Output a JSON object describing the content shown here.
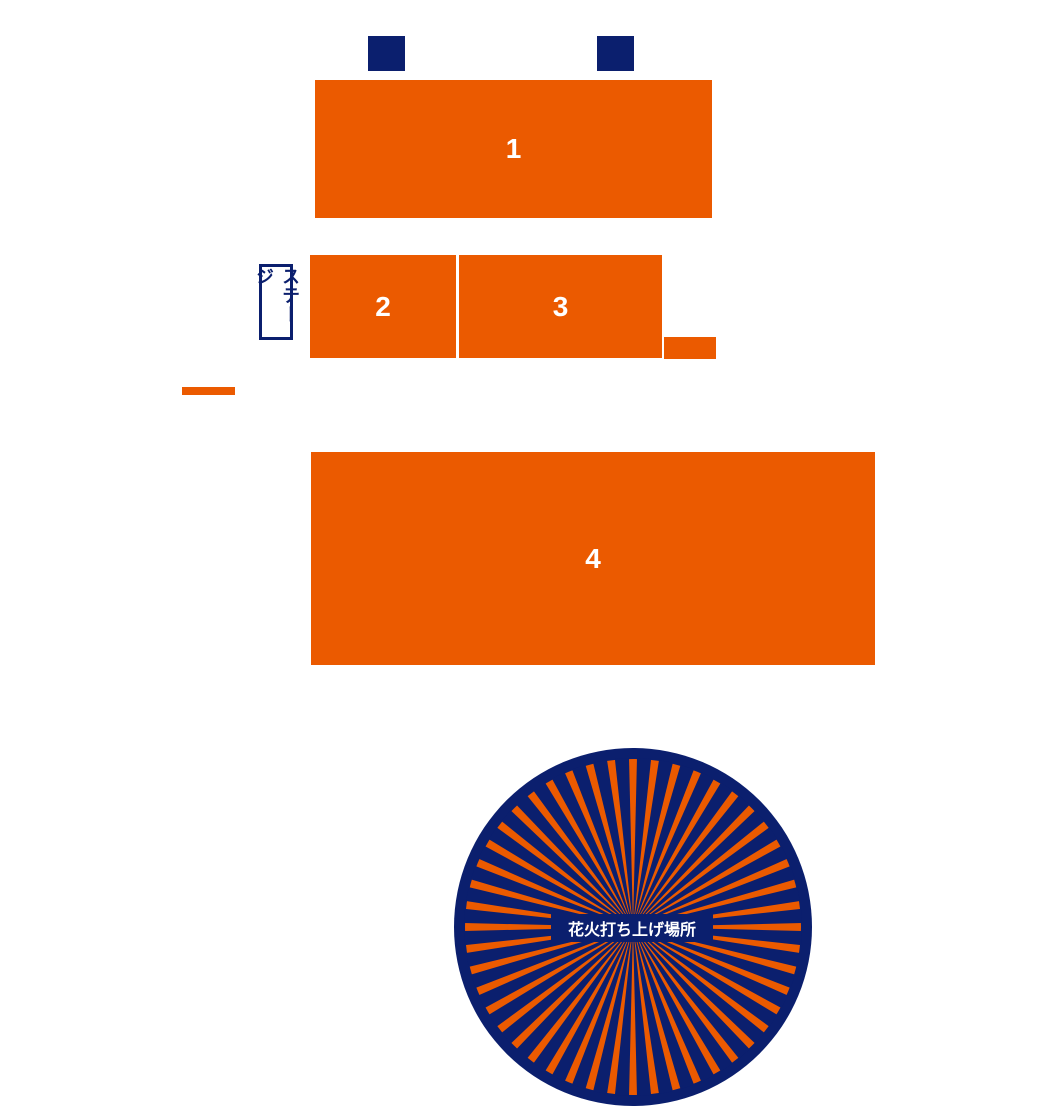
{
  "colors": {
    "block": "#eb5a00",
    "marker": "#0b1f6e",
    "text_on_block": "#ffffff",
    "background": "#ffffff"
  },
  "areas": [
    {
      "id": "area-1",
      "label": "1"
    },
    {
      "id": "area-2",
      "label": "2"
    },
    {
      "id": "area-3",
      "label": "3"
    },
    {
      "id": "area-4",
      "label": "4"
    }
  ],
  "stage": {
    "label": "ステージ"
  },
  "fireworks": {
    "label": "花火打ち上げ場所",
    "icon": "sunburst-icon",
    "ray_count": 48
  }
}
